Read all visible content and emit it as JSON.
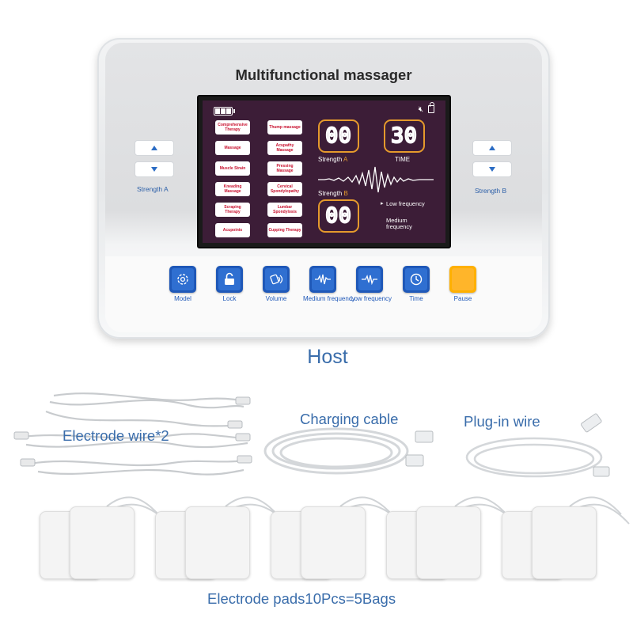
{
  "device": {
    "title": "Multifunctional massager",
    "strength_a_label": "Strength A",
    "strength_b_label": "Strength B",
    "screen": {
      "modes": [
        "Comprehensive Therapy",
        "Thump massage",
        "Massage",
        "Acupathy Massage",
        "Muscle Strain",
        "Pressing Massage",
        "Kneading Massage",
        "Cervical Spondylopathy",
        "Scraping Therapy",
        "Lumbar Spondylosis",
        "Acupoints",
        "Cupping Therapy"
      ],
      "strength_a_value": "00",
      "strength_a_text": "Strength",
      "strength_a_letter": "A",
      "time_value": "30",
      "time_label": "TIME",
      "strength_b_value": "00",
      "strength_b_text": "Strength",
      "strength_b_letter": "B",
      "low_frequency": "Low frequency",
      "medium_frequency": "Medium frequency"
    },
    "controls": [
      {
        "label": "Model",
        "icon": "gear-icon"
      },
      {
        "label": "Lock",
        "icon": "lock-icon"
      },
      {
        "label": "Volume",
        "icon": "volume-icon"
      },
      {
        "label": "Medium frequency",
        "icon": "wave-icon"
      },
      {
        "label": "Low frequency",
        "icon": "wave-icon"
      },
      {
        "label": "Time",
        "icon": "clock-icon"
      },
      {
        "label": "Pause",
        "icon": "pause-icon"
      }
    ],
    "colors": {
      "accent": "#1f58b8",
      "pause": "#ffb000",
      "lcd": "#3c1d37",
      "lcd_accent": "#e59a2c",
      "caption": "#3a6dab"
    }
  },
  "labels": {
    "host": "Host",
    "electrode_wire": "Electrode wire*2",
    "charging_cable": "Charging cable",
    "plugin_wire": "Plug-in wire",
    "electrode_pads": "Electrode pads10Pcs=5Bags"
  }
}
